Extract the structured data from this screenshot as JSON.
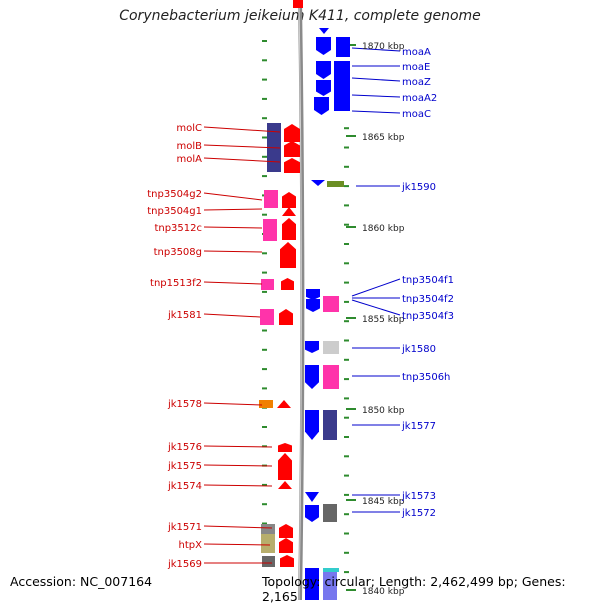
{
  "title": "Corynebacterium jeikeium K411, complete genome",
  "accession": "Accession: NC_007164",
  "topology": "Topology: circular; Length: 2,462,499 bp; Genes: 2,165",
  "scale_labels": [
    {
      "text": "1870 kbp"
    },
    {
      "text": "1865 kbp"
    },
    {
      "text": "1860 kbp"
    },
    {
      "text": "1855 kbp"
    },
    {
      "text": "1850 kbp"
    },
    {
      "text": "1845 kbp"
    },
    {
      "text": "1840 kbp"
    }
  ],
  "genes_left": [
    {
      "label": "molC"
    },
    {
      "label": "molB"
    },
    {
      "label": "molA"
    },
    {
      "label": "tnp3504g2"
    },
    {
      "label": "tnp3504g1"
    },
    {
      "label": "tnp3512c"
    },
    {
      "label": "tnp3508g"
    },
    {
      "label": "tnp1513f2"
    },
    {
      "label": "jk1581"
    },
    {
      "label": "jk1578"
    },
    {
      "label": "jk1576"
    },
    {
      "label": "jk1575"
    },
    {
      "label": "jk1574"
    },
    {
      "label": "jk1571"
    },
    {
      "label": "htpX"
    },
    {
      "label": "jk1569"
    }
  ],
  "genes_right": [
    {
      "label": "moaA"
    },
    {
      "label": "moaE"
    },
    {
      "label": "moaZ"
    },
    {
      "label": "moaA2"
    },
    {
      "label": "moaC"
    },
    {
      "label": "jk1590"
    },
    {
      "label": "tnp3504f1"
    },
    {
      "label": "tnp3504f2"
    },
    {
      "label": "tnp3504f3"
    },
    {
      "label": "jk1580"
    },
    {
      "label": "tnp3506h"
    },
    {
      "label": "jk1577"
    },
    {
      "label": "jk1573"
    },
    {
      "label": "jk1572"
    }
  ],
  "colors": {
    "forward": "#0000ff",
    "reverse": "#ff0000",
    "left_label": "#cc0000",
    "right_label": "#0000cc",
    "backbone": "#999999",
    "tick": "#2e8b2e"
  }
}
